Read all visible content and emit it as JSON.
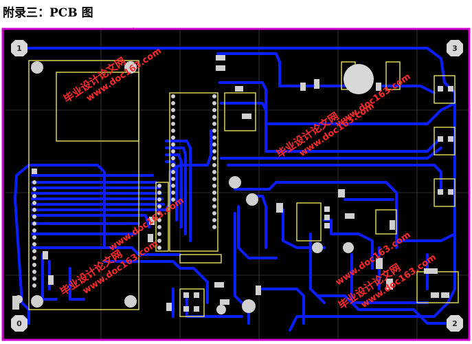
{
  "page": {
    "heading": "附录三：PCB 图"
  },
  "board": {
    "background": "#000000",
    "outline_color": "#d400d4",
    "trace_color": "#0a1eff",
    "silkscreen_color": "#e8e05a",
    "pad_color": "#d0d0d0",
    "corner_marks": [
      "1",
      "3",
      "0",
      "2"
    ]
  },
  "watermark": {
    "cn": "毕业设计论文网",
    "url": "www.doc163.com",
    "color": "#ff2a2a"
  }
}
